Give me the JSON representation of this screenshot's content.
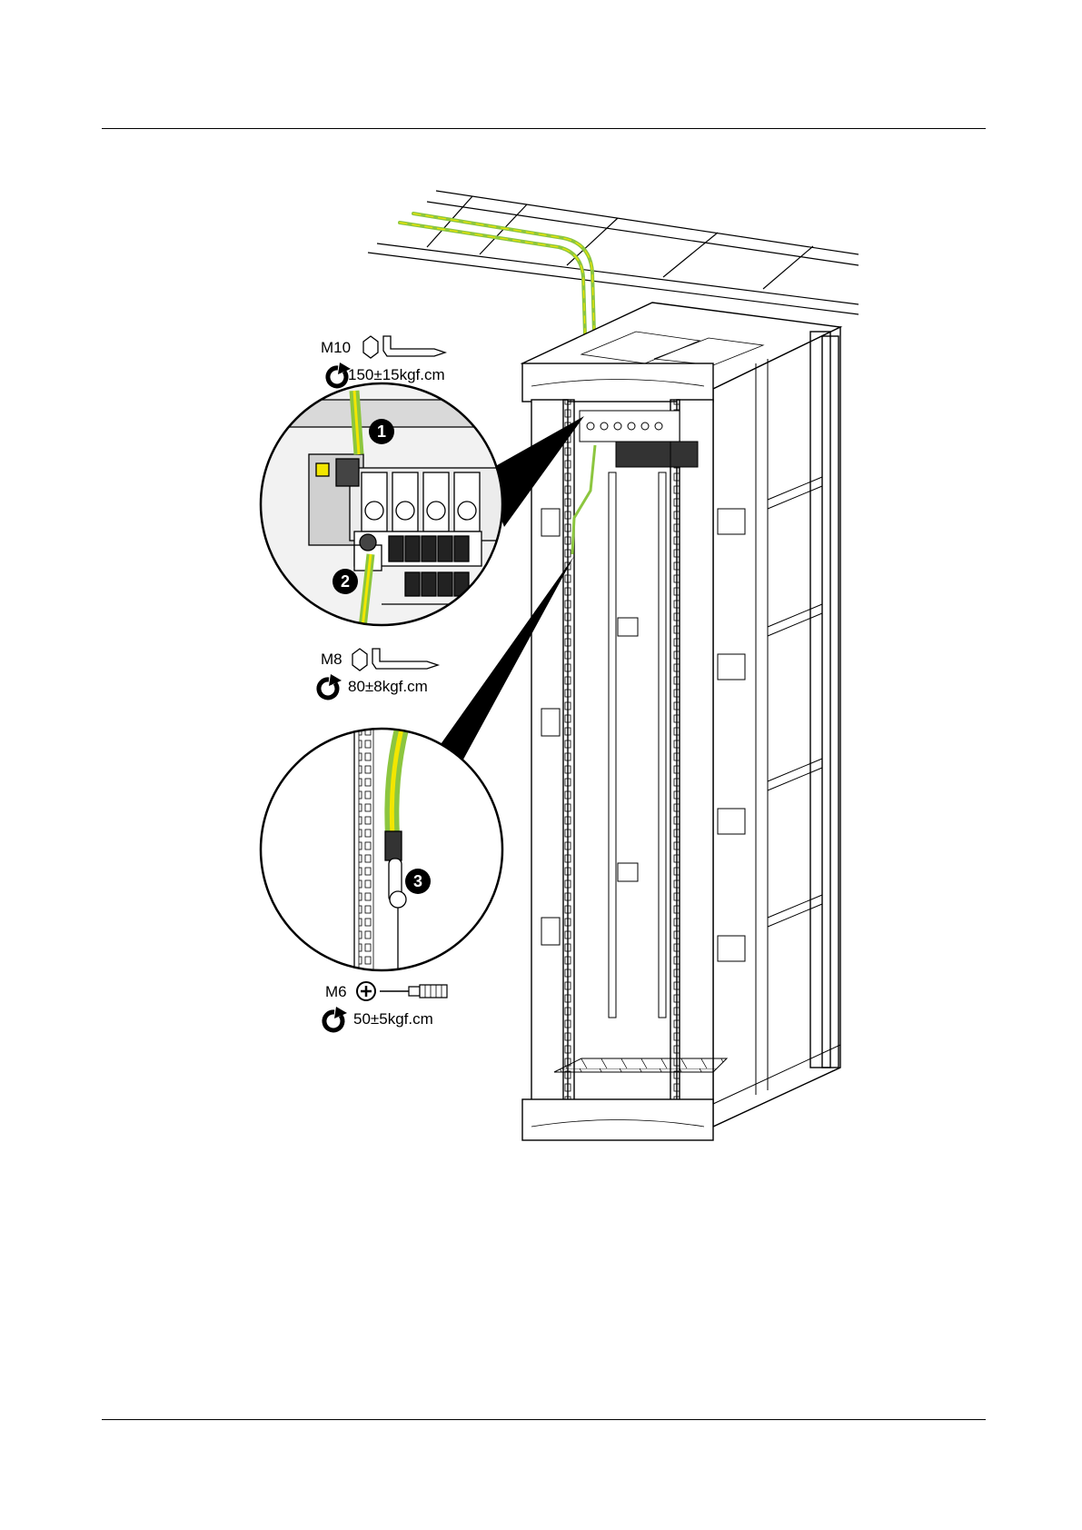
{
  "tools": [
    {
      "size": "M10",
      "tool": "hex-socket-wrench",
      "torque": "150±15kgf.cm"
    },
    {
      "size": "M8",
      "tool": "hex-socket-wrench",
      "torque": "80±8kgf.cm"
    },
    {
      "size": "M6",
      "tool": "phillips-screwdriver",
      "torque": "50±5kgf.cm"
    }
  ],
  "callouts": [
    "1",
    "2",
    "3"
  ],
  "colors": {
    "ground_cable": "#8cc63f",
    "ground_stripe": "#f2e600",
    "line": "#000000"
  }
}
